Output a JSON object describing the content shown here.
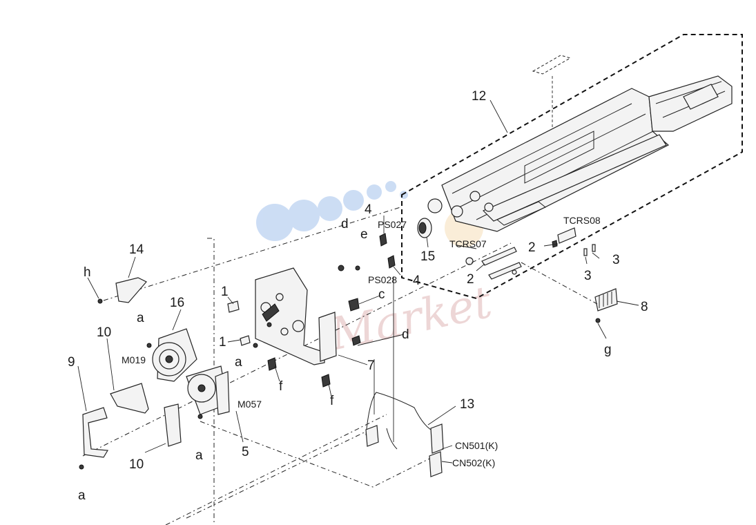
{
  "colors": {
    "line": "#222222",
    "watermark_dot": "#8fb4e8",
    "watermark_text": "#d9a6a6",
    "background": "#ffffff"
  },
  "labels": {
    "n1a": "1",
    "n1b": "1",
    "n2a": "2",
    "n2b": "2",
    "n3a": "3",
    "n3b": "3",
    "n4a": "4",
    "n4b": "4",
    "n5": "5",
    "n7": "7",
    "n8": "8",
    "n9": "9",
    "n10a": "10",
    "n10b": "10",
    "n12": "12",
    "n13": "13",
    "n14": "14",
    "n15": "15",
    "n16": "16",
    "a1": "a",
    "a2": "a",
    "a3": "a",
    "a4": "a",
    "c": "c",
    "d1": "d",
    "d2": "d",
    "e": "e",
    "f1": "f",
    "f2": "f",
    "g": "g",
    "h": "h",
    "ps027": "PS027",
    "ps028": "PS028",
    "tcrs07": "TCRS07",
    "tcrs08": "TCRS08",
    "m019": "M019",
    "m057": "M057",
    "cn501": "CN501(K)",
    "cn502": "CN502(K)"
  },
  "watermark": {
    "text": "Market"
  }
}
